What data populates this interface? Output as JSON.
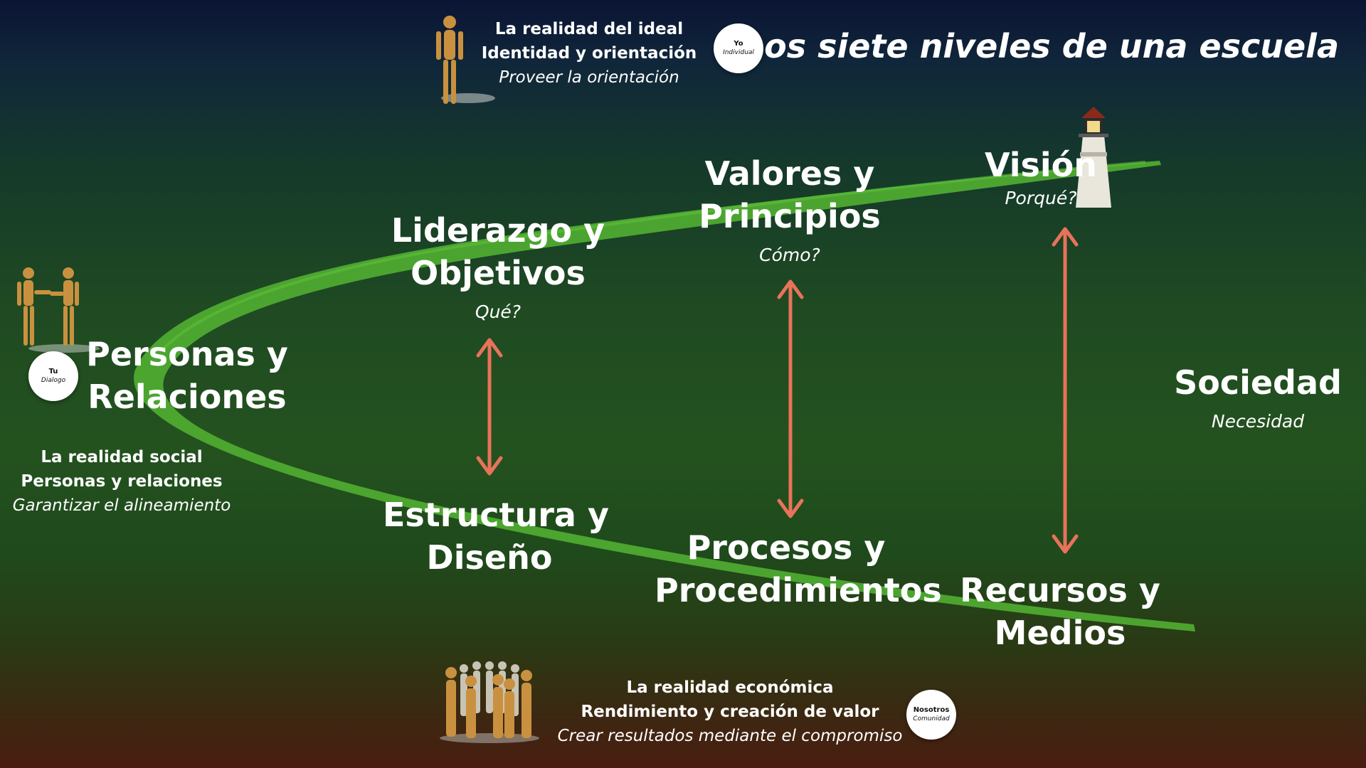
{
  "title": "Los siete niveles de una escuela",
  "levels": [
    {
      "name_line1": "Personas y",
      "name_line2": "Relaciones"
    },
    {
      "name_line1": "Liderazgo y",
      "name_line2": "Objetivos",
      "question": "Qué?"
    },
    {
      "name_line1": "Valores y",
      "name_line2": "Principios",
      "question": "Cómo?"
    },
    {
      "name_line1": "Visión",
      "question": "Porqué?"
    },
    {
      "name_line1": "Estructura y",
      "name_line2": "Diseño"
    },
    {
      "name_line1": "Procesos y",
      "name_line2": "Procedimientos"
    },
    {
      "name_line1": "Recursos y",
      "name_line2": "Medios"
    }
  ],
  "society": {
    "name": "Sociedad",
    "subtitle": "Necesidad"
  },
  "realms": {
    "ideal": {
      "line1": "La realidad del ideal",
      "line2": "Identidad y orientación",
      "line3": "Proveer la orientación",
      "badge_title": "Yo",
      "badge_sub": "Individual"
    },
    "social": {
      "line1": "La realidad social",
      "line2": "Personas y relaciones",
      "line3": "Garantizar el alineamiento",
      "badge_title": "Tu",
      "badge_sub": "Dialogo"
    },
    "economic": {
      "line1": "La realidad económica",
      "line2": "Rendimiento y creación de valor",
      "line3": "Crear resultados mediante el compromiso",
      "badge_title": "Nosotros",
      "badge_sub": "Comunidad"
    }
  },
  "colors": {
    "stroke_green": "#4eaa30",
    "arrow": "#e8735a",
    "badge_bg": "#ffffff"
  }
}
